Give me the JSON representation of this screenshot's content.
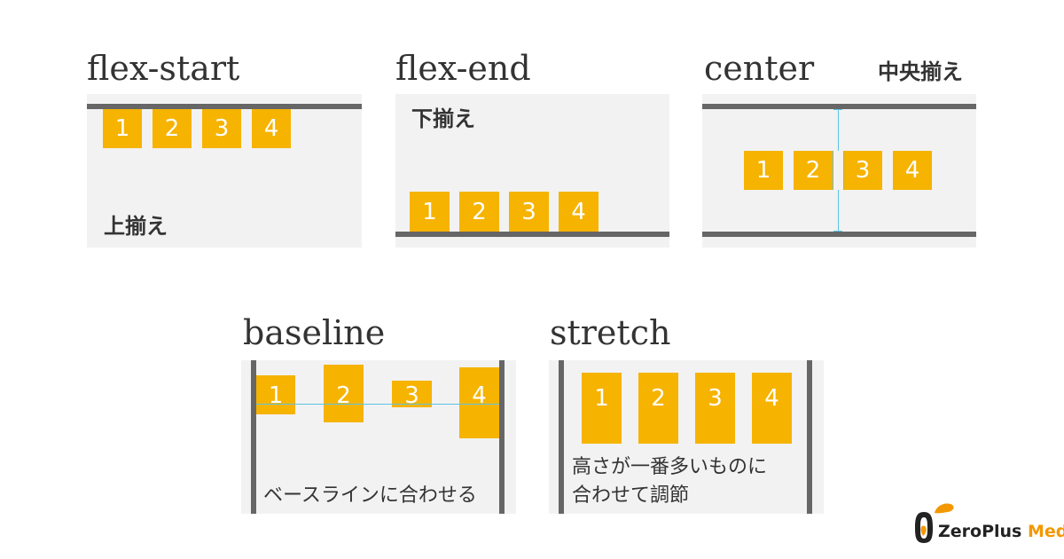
{
  "panels": {
    "flex_start": {
      "title": "flex-start",
      "note": "上揃え",
      "boxes": [
        "1",
        "2",
        "3",
        "4"
      ]
    },
    "flex_end": {
      "title": "flex-end",
      "note": "下揃え",
      "boxes": [
        "1",
        "2",
        "3",
        "4"
      ]
    },
    "center": {
      "title": "center",
      "note": "中央揃え",
      "boxes": [
        "1",
        "2",
        "3",
        "4"
      ]
    },
    "baseline": {
      "title": "baseline",
      "note": "ベースラインに合わせる",
      "boxes": [
        "1",
        "2",
        "3",
        "4"
      ]
    },
    "stretch": {
      "title": "stretch",
      "note_line1": "高さが一番多いものに",
      "note_line2": "合わせて調節",
      "boxes": [
        "1",
        "2",
        "3",
        "4"
      ]
    }
  },
  "colors": {
    "box": "#f6b300",
    "panel": "#f2f2f2",
    "rule": "#666666",
    "guide": "#5bc4e6",
    "logo_orange": "#f39800"
  },
  "logo": {
    "word1": "ZeroPlus",
    "word2": "Media"
  }
}
